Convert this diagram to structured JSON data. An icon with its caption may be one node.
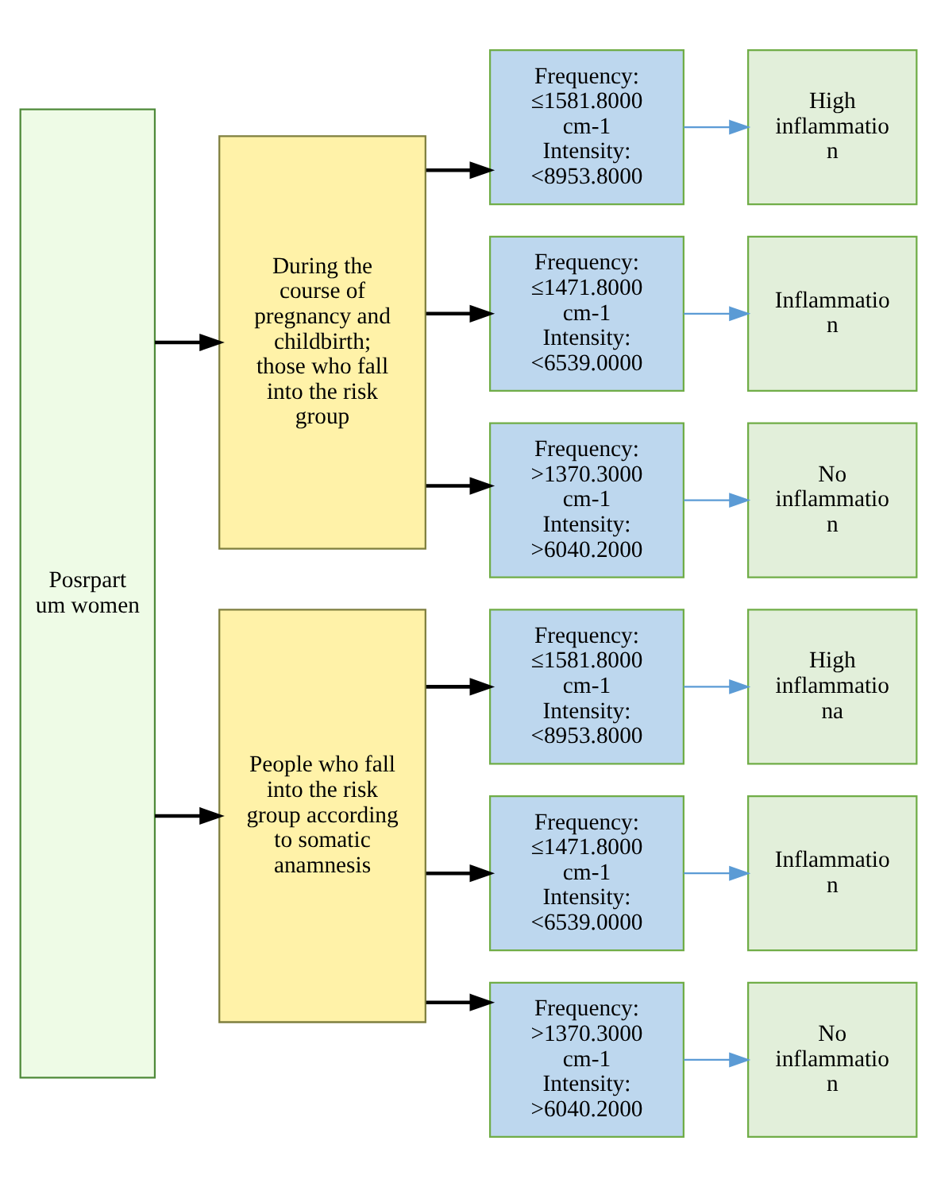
{
  "diagram": {
    "nodes": [
      {
        "text": [
          "Posrpart um women"
        ]
      },
      {
        "text": [
          "During the course of pregnancy and childbirth; those who fall into the risk group"
        ]
      },
      {
        "text": [
          "Frequency: ≤1581.8000 cm-1 Intensity: <8953.8000"
        ]
      },
      {
        "text": [
          "Frequency: ≤1471.8000 cm-1 Intensity: <6539.0000"
        ]
      },
      {
        "text": [
          "Frequency: >1370.3000 cm-1 Intensity: >6040.2000"
        ]
      },
      {
        "text": [
          "High inflammatio n"
        ]
      },
      {
        "text": [
          "Inflammatio n"
        ]
      },
      {
        "text": [
          "No inflammatio n"
        ]
      },
      {
        "text": [
          "People who fall into the risk group according to somatic anamnesis"
        ]
      },
      {
        "text": [
          "Frequency: ≤1581.8000 cm-1 Intensity: <8953.8000"
        ]
      },
      {
        "text": [
          "Frequency: ≤1471.8000 cm-1 Intensity: <6539.0000"
        ]
      },
      {
        "text": [
          "Frequency: >1370.3000 cm-1 Intensity: >6040.2000"
        ]
      },
      {
        "text": [
          "High inflammatio na"
        ]
      },
      {
        "text": [
          "Inflammatio n"
        ]
      },
      {
        "text": [
          "No inflammatio n"
        ]
      }
    ],
    "edges": [
      {
        "from": 0,
        "to": 1,
        "arrow": "to"
      },
      {
        "from": 1,
        "to": 2,
        "arrow": "to"
      },
      {
        "from": 1,
        "to": 3,
        "arrow": "to"
      },
      {
        "from": 1,
        "to": 4,
        "arrow": "to"
      },
      {
        "from": 2,
        "to": 5,
        "arrow": "to",
        "color": "#5b9bd5"
      },
      {
        "from": 3,
        "to": 6,
        "arrow": "to",
        "color": "#5b9bd5"
      },
      {
        "from": 4,
        "to": 7,
        "arrow": "to",
        "color": "#5b9bd5"
      },
      {
        "from": 0,
        "to": 8,
        "arrow": "to"
      },
      {
        "from": 8,
        "to": 9,
        "arrow": "to"
      },
      {
        "from": 8,
        "to": 10,
        "arrow": "to"
      },
      {
        "from": 8,
        "to": 11,
        "arrow": "to"
      },
      {
        "from": 9,
        "to": 12,
        "arrow": "to",
        "color": "#5b9bd5"
      },
      {
        "from": 10,
        "to": 13,
        "arrow": "to",
        "color": "#5b9bd5"
      },
      {
        "from": 11,
        "to": 14,
        "arrow": "to",
        "color": "#5b9bd5"
      }
    ]
  }
}
